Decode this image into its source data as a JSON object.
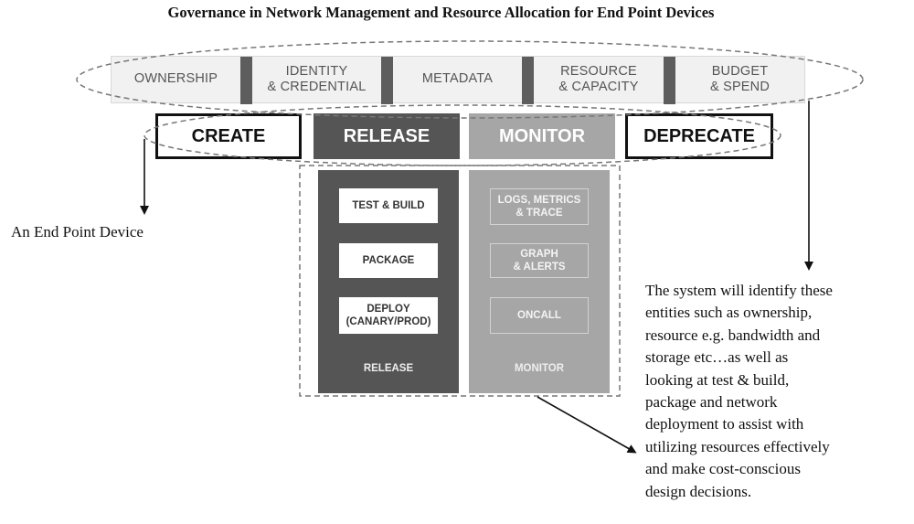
{
  "title": "Governance in Network Management and Resource Allocation for End Point Devices",
  "governance": [
    {
      "line1": "OWNERSHIP",
      "line2": ""
    },
    {
      "line1": "IDENTITY",
      "line2": "& CREDENTIAL"
    },
    {
      "line1": "METADATA",
      "line2": ""
    },
    {
      "line1": "RESOURCE",
      "line2": "& CAPACITY"
    },
    {
      "line1": "BUDGET",
      "line2": "& SPEND"
    }
  ],
  "lifecycle": {
    "create": "CREATE",
    "release": "RELEASE",
    "monitor": "MONITOR",
    "deprecate": "DEPRECATE"
  },
  "release_column": {
    "items": [
      {
        "line1": "TEST & BUILD",
        "line2": ""
      },
      {
        "line1": "PACKAGE",
        "line2": ""
      },
      {
        "line1": "DEPLOY",
        "line2": "(CANARY/PROD)"
      }
    ],
    "label": "RELEASE"
  },
  "monitor_column": {
    "items": [
      {
        "line1": "LOGS, METRICS",
        "line2": "& TRACE"
      },
      {
        "line1": "GRAPH",
        "line2": "& ALERTS"
      },
      {
        "line1": "ONCALL",
        "line2": ""
      }
    ],
    "label": "MONITOR"
  },
  "endpoint_label": "An End Point Device",
  "description_lines": [
    "The system will identify these",
    "entities such as ownership,",
    "resource e.g. bandwidth and",
    "storage etc…as well as",
    "looking at test & build,",
    "package and network",
    "deployment to assist with",
    "utilizing resources effectively",
    "and make cost-conscious",
    "design decisions."
  ],
  "colors": {
    "dark_gray": "#555555",
    "light_gray": "#a6a6a6",
    "band_bg": "#f1f1f1",
    "separator": "#5d5d5d"
  }
}
